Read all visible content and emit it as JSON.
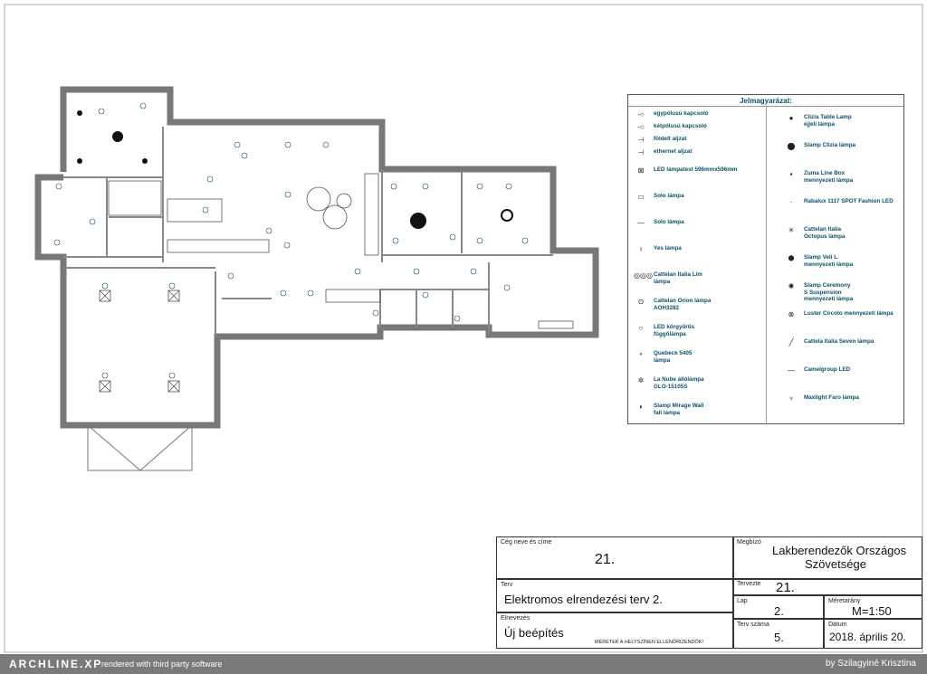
{
  "legend": {
    "title": "Jelmagyarázat:",
    "left_items": [
      {
        "label": "egypólusú kapcsoló",
        "icon": "single-pole-switch-icon",
        "glyph": "-○"
      },
      {
        "label": "kétpólusú kapcsoló",
        "icon": "double-pole-switch-icon",
        "glyph": "-○"
      },
      {
        "label": "földelt aljzat",
        "icon": "grounded-socket-icon",
        "glyph": "⊣"
      },
      {
        "label": "ethernet aljzat",
        "icon": "ethernet-socket-icon",
        "glyph": "⊣"
      },
      {
        "label": "LED lámpatest 596mmx596mm",
        "icon": "led-panel-icon",
        "glyph": "⊠"
      },
      {
        "label": "Solo lámpa",
        "icon": "solo-lamp-icon",
        "glyph": "▭"
      },
      {
        "label": "Solo lámpa",
        "icon": "solo-lamp-line-icon",
        "glyph": "—"
      },
      {
        "label": "Yes lámpa",
        "icon": "yes-lamp-icon",
        "glyph": "♀"
      },
      {
        "label": "Cattelan Italia Lim\nlámpa",
        "icon": "cattelan-lim-icon",
        "glyph": "◎◎◎"
      },
      {
        "label": "Cattelan Orion lámpa\nAOH3282",
        "icon": "orion-lamp-icon",
        "glyph": "⊙"
      },
      {
        "label": "LED körgyűrűs\nfüggőlámpa",
        "icon": "led-ring-pendant-icon",
        "glyph": "○"
      },
      {
        "label": "Quebeck 5405\nlámpa",
        "icon": "quebeck-lamp-icon",
        "glyph": "∘"
      },
      {
        "label": "La Nube állólámpa\nGLO-15105S",
        "icon": "la-nube-floor-lamp-icon",
        "glyph": "✲"
      },
      {
        "label": "Slamp Mirage Wall\nfali lámpa",
        "icon": "mirage-wall-lamp-icon",
        "glyph": "◗"
      }
    ],
    "right_items": [
      {
        "label": "Clizia Table Lamp\néjjeli lámpa",
        "icon": "clizia-table-lamp-icon",
        "glyph": "●"
      },
      {
        "label": "Slamp Clizia lámpa",
        "icon": "slamp-clizia-icon",
        "glyph": "⬤"
      },
      {
        "label": "Zuma Line Box\nmennyezeti lámpa",
        "icon": "zuma-line-box-icon",
        "glyph": "▪"
      },
      {
        "label": "Rabalux 1117 SPOT Fashion LED",
        "icon": "rabalux-spot-icon",
        "glyph": "·"
      },
      {
        "label": "Cattelan Italia\nOctopus lámpa",
        "icon": "octopus-lamp-icon",
        "glyph": "✳"
      },
      {
        "label": "Slamp Veli L\nmennyezeti lámpa",
        "icon": "veli-lamp-icon",
        "glyph": "⬢"
      },
      {
        "label": "Slamp Ceremony\nS Suspension\nmennyezeti lámpa",
        "icon": "ceremony-lamp-icon",
        "glyph": "✺"
      },
      {
        "label": "Luster Circolo mennyezeti lámpa",
        "icon": "circolo-lamp-icon",
        "glyph": "⊗"
      },
      {
        "label": "Cattela Italia Seven lámpa",
        "icon": "seven-lamp-icon",
        "glyph": "╱"
      },
      {
        "label": "Camelgroup LED",
        "icon": "camelgroup-led-icon",
        "glyph": "—"
      },
      {
        "label": "Maxlight Faro lámpa",
        "icon": "faro-lamp-icon",
        "glyph": "♆"
      }
    ]
  },
  "titleblock": {
    "company_label": "Cég neve és címe",
    "company_value": "21.",
    "client_label": "Megbízó",
    "client_value_line1": "Lakberendezők Országos",
    "client_value_line2": "Szövetsége",
    "plan_label": "Terv",
    "plan_value": "Elektromos elrendezési terv 2.",
    "designer_label": "Tervezte",
    "designer_value": "21.",
    "name_label": "Elnevezés",
    "name_value": "Új beépítés",
    "note": "MÉRETEK A HELYSZÍNEN ELLENŐRIZENDŐK!",
    "sheet_label": "Lap",
    "sheet_value": "2.",
    "scale_label": "Méretarány",
    "scale_value": "M=1:50",
    "plan_no_label": "Terv száma",
    "plan_no_value": "5.",
    "date_label": "Dátum",
    "date_value": "2018. április 20."
  },
  "footer": {
    "brand": "ARCHLINE.XP",
    "rendered": "rendered with third party software",
    "author": "by Szilagyiné Krisztina"
  },
  "colors": {
    "wall": "#777777",
    "symbol": "#0b4f6c",
    "footer": "#7a7a7a"
  }
}
